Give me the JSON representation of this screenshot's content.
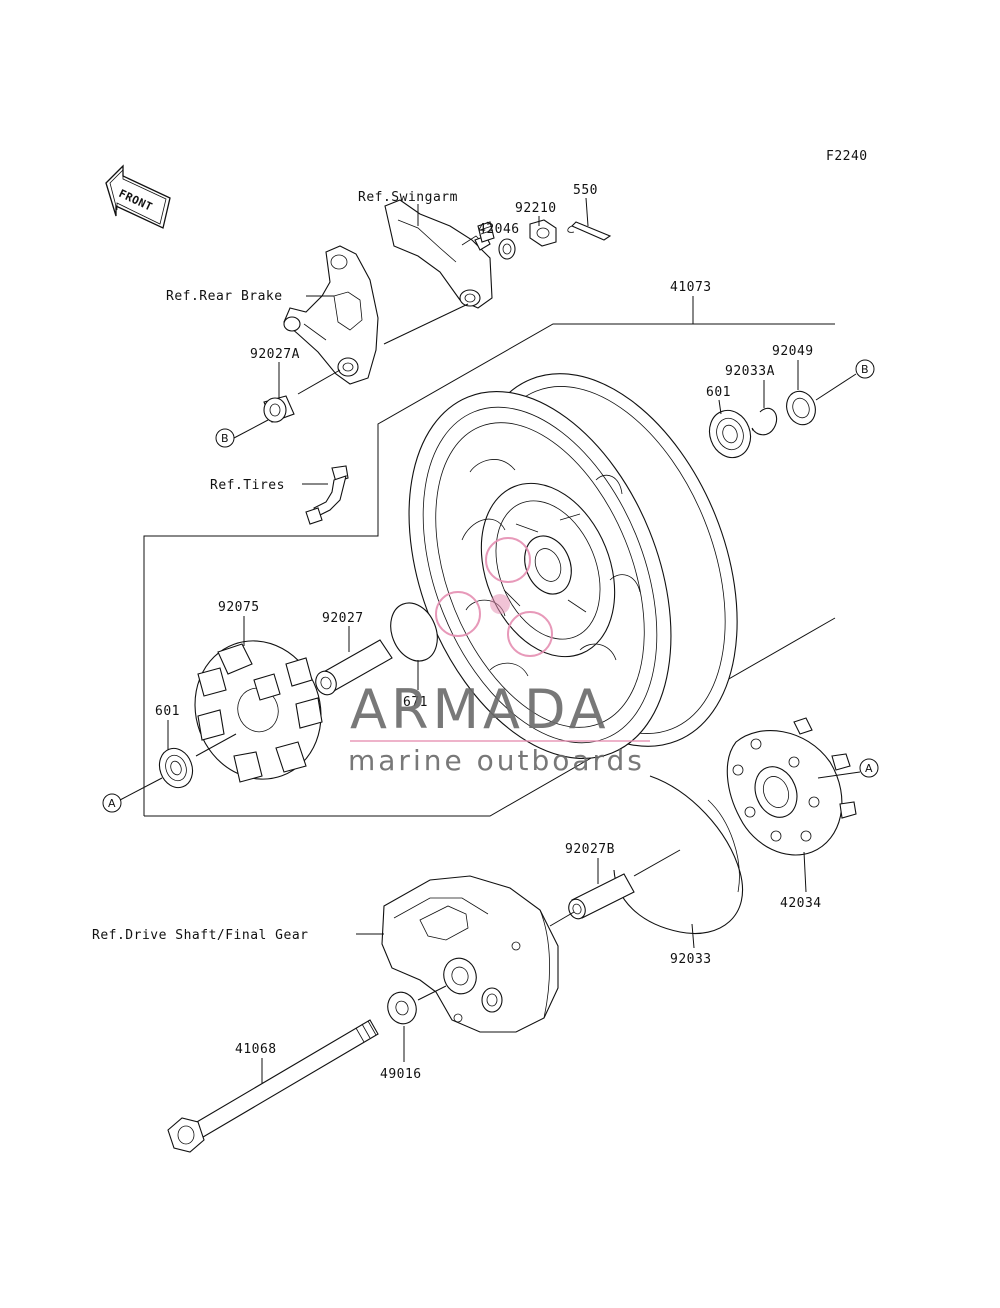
{
  "figure_code": "F2240",
  "front_arrow": {
    "label": "FRONT"
  },
  "references": {
    "swingarm": "Ref.Swingarm",
    "rear_brake": "Ref.Rear Brake",
    "tires": "Ref.Tires",
    "drive_shaft": "Ref.Drive Shaft/Final Gear"
  },
  "parts": {
    "p550": "550",
    "p92210": "92210",
    "p42046": "42046",
    "p41073": "41073",
    "p92027A": "92027A",
    "p92049": "92049",
    "p92033A": "92033A",
    "p601_top": "601",
    "p92075": "92075",
    "p92027": "92027",
    "p671": "671",
    "p601_left": "601",
    "p92027B": "92027B",
    "p42034": "42034",
    "p92033": "92033",
    "p41068": "41068",
    "p49016": "49016"
  },
  "callouts": {
    "a": "A",
    "b": "B"
  },
  "watermark": {
    "brand": "ARMADA",
    "tagline": "marine outboards",
    "accent_color": "#e58fb2",
    "text_color": "#6a6a6a"
  }
}
